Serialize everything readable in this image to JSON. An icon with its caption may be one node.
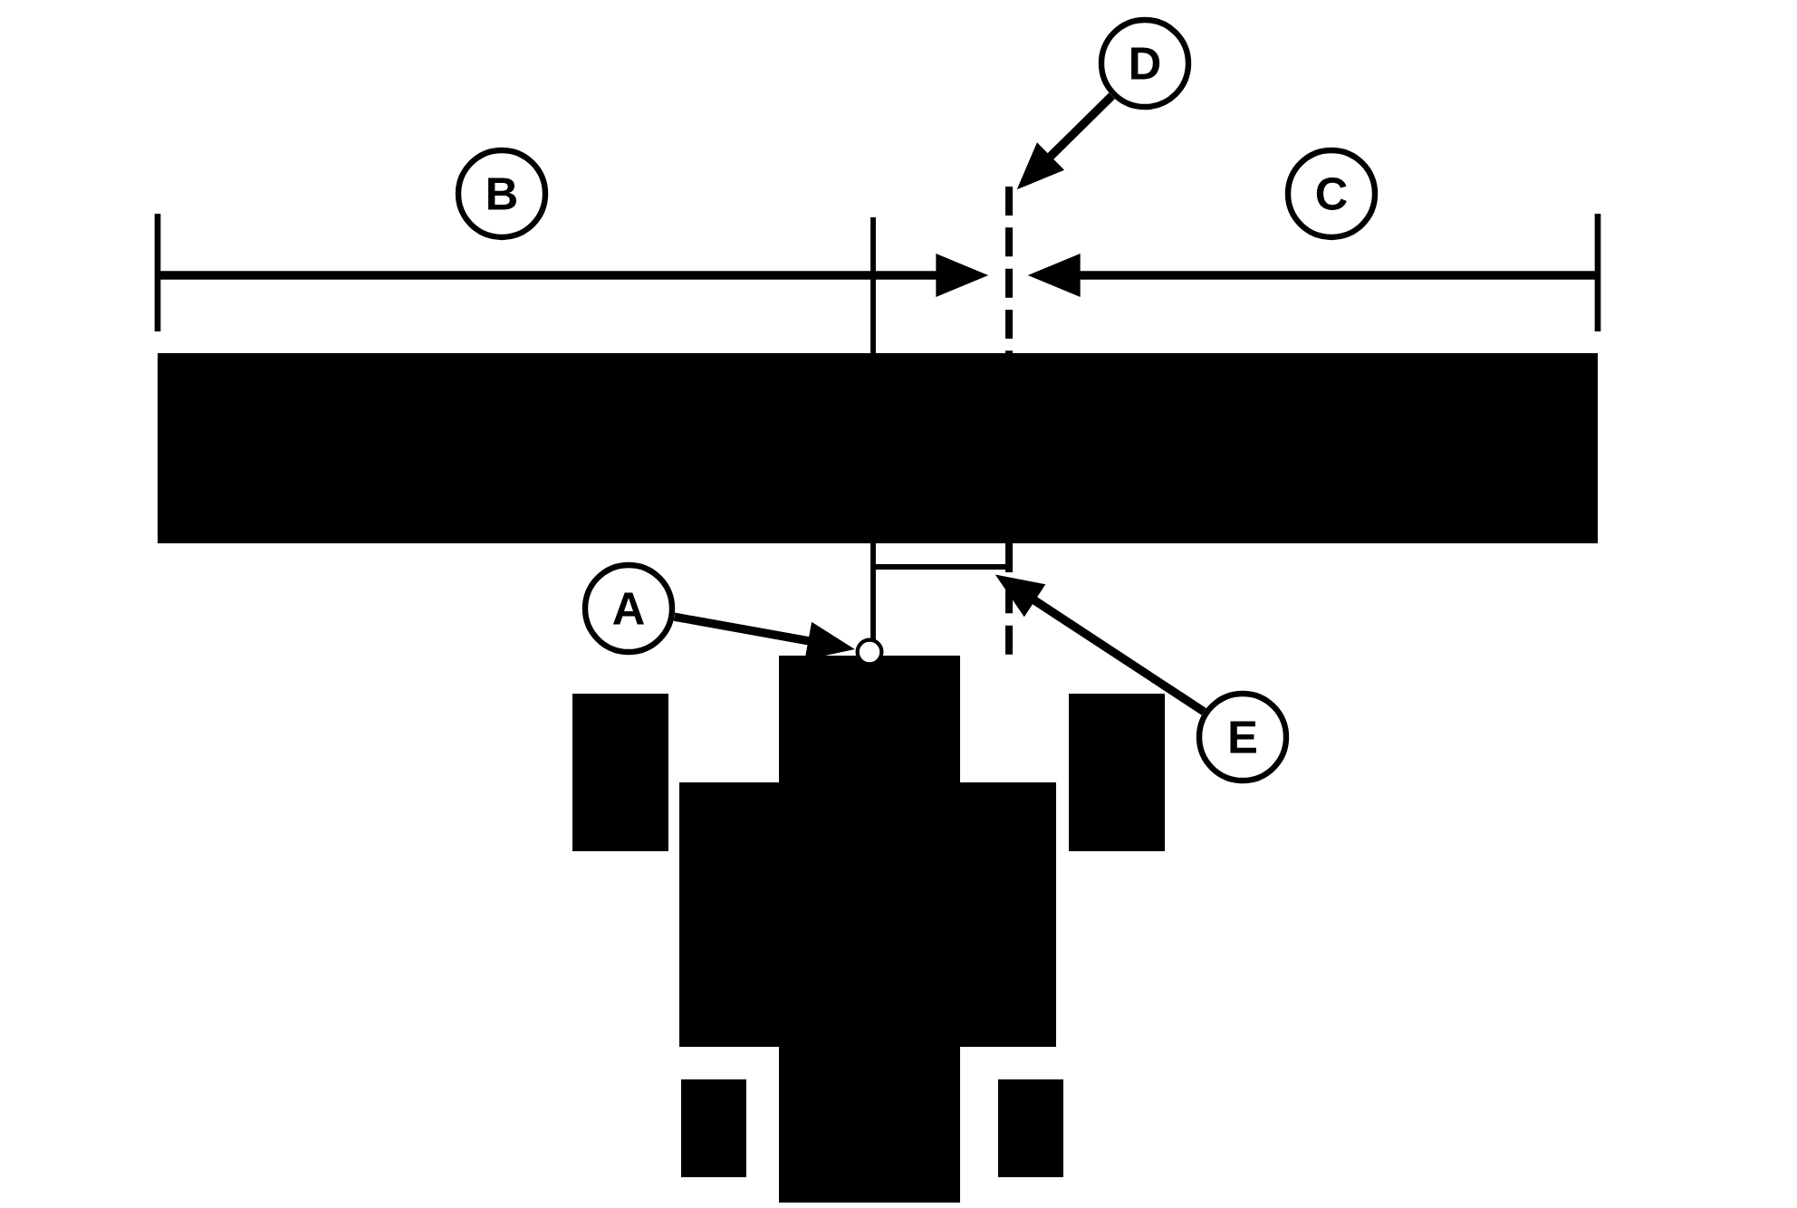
{
  "diagram": {
    "nodes": [
      {
        "text": [
          "B"
        ]
      },
      {
        "text": [
          "C"
        ]
      },
      {
        "text": [
          "D"
        ]
      },
      {
        "text": [
          "A"
        ]
      },
      {
        "text": [
          "E"
        ]
      },
      {
        "text": [],
        "shape": "circle"
      }
    ],
    "edges": [
      {
        "from": 2,
        "to": null,
        "arrow": "to"
      },
      {
        "from": 3,
        "to": 5,
        "arrow": "to"
      },
      {
        "from": 4,
        "to": null,
        "arrow": "to"
      }
    ]
  }
}
